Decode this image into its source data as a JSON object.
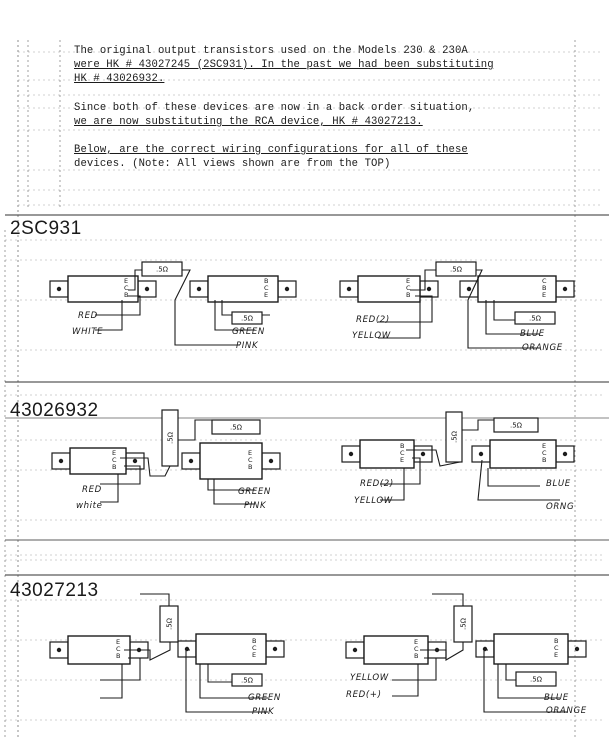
{
  "notice": {
    "line1": "The original output transistors used on the Models 230 & 230A",
    "line2": "were HK # 43027245 (2SC931). In the past we had been substituting",
    "line3": "HK # 43026932.",
    "line4": "Since both of these devices are now in a back order situation,",
    "line5": "we are now substituting the RCA device, HK # 43027213.",
    "line6": "Below, are the correct wiring configurations for all of these",
    "line7": "devices. (Note: All views shown are from the TOP)"
  },
  "sections": [
    {
      "label": "2SC931",
      "left_pins": [
        "E",
        "C",
        "B"
      ],
      "right_pins": [
        "B",
        "C",
        "E"
      ],
      "resistor": ".5Ω",
      "left_wires": [
        "RED",
        "WHITE"
      ],
      "right_wires": [
        "GREEN",
        "PINK"
      ],
      "alt_left_pins": [
        "E",
        "C",
        "B"
      ],
      "alt_right_pins": [
        "C",
        "B",
        "E"
      ],
      "alt_resistor": ".5Ω",
      "alt_resistor2": ".5Ω",
      "alt_left_wires": [
        "RED(2)",
        "YELLOW"
      ],
      "alt_right_wires": [
        "BLUE",
        "ORANGE"
      ]
    },
    {
      "label": "43026932",
      "left_pins": [
        "E",
        "C",
        "B"
      ],
      "right_pins": [
        "E",
        "C",
        "B"
      ],
      "resistor": ".5Ω",
      "resistor2": ".5Ω",
      "left_wires": [
        "RED",
        "white"
      ],
      "right_wires": [
        "GREEN",
        "PINK"
      ],
      "alt_left_pins": [
        "B",
        "C",
        "E"
      ],
      "alt_right_pins": [
        "E",
        "C",
        "B"
      ],
      "alt_resistor": ".5Ω",
      "alt_resistor2": ".5Ω",
      "alt_left_wires": [
        "RED(2)",
        "YELLOW"
      ],
      "alt_right_wires": [
        "BLUE",
        "ORNG"
      ]
    },
    {
      "label": "43027213",
      "left_pins": [
        "E",
        "C",
        "B"
      ],
      "right_pins": [
        "B",
        "C",
        "E"
      ],
      "resistor": ".5Ω",
      "resistor2": ".5Ω",
      "left_wires": [],
      "right_wires": [
        "GREEN",
        "PINK"
      ],
      "alt_left_pins": [
        "E",
        "C",
        "B"
      ],
      "alt_right_pins": [
        "B",
        "C",
        "E"
      ],
      "alt_resistor": ".5Ω",
      "alt_resistor2": ".5Ω",
      "alt_left_wires": [
        "YELLOW",
        "RED(+)"
      ],
      "alt_right_wires": [
        "BLUE",
        "ORANGE"
      ]
    }
  ]
}
